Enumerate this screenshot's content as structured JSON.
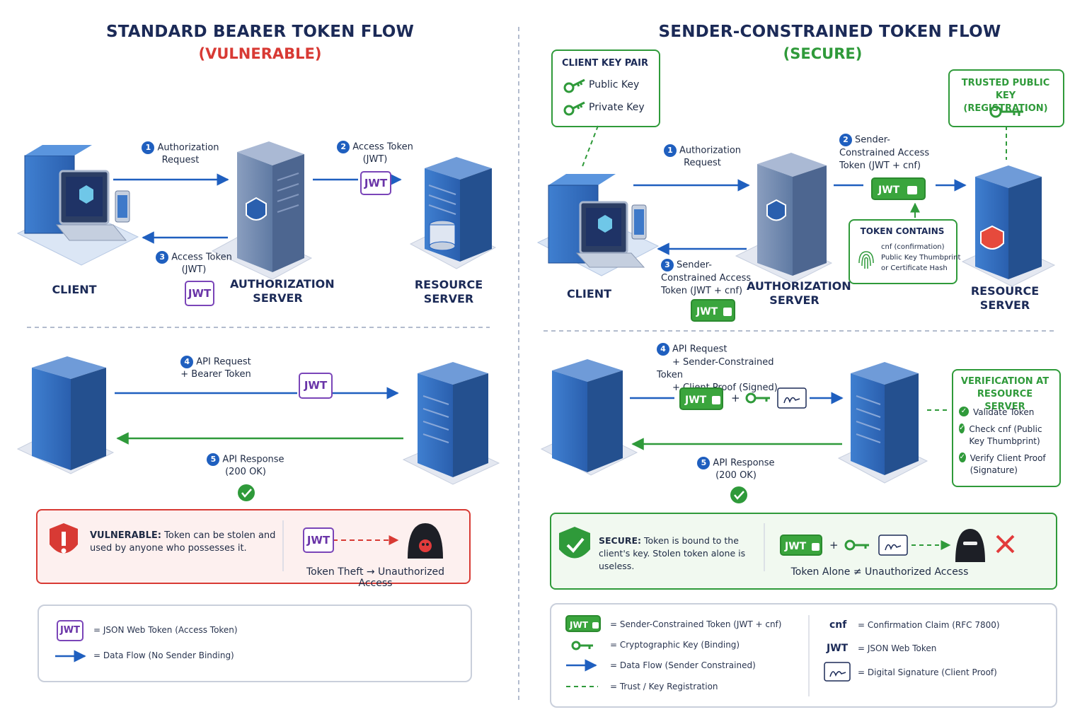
{
  "left": {
    "title": "STANDARD BEARER TOKEN FLOW",
    "subtitle": "(VULNERABLE)",
    "step1": {
      "num": "1",
      "text": "Authorization Request"
    },
    "step2": {
      "num": "2",
      "text": "Access Token",
      "detail": "(JWT)"
    },
    "step3": {
      "num": "3",
      "text": "Access Token",
      "detail": "(JWT)"
    },
    "step4": {
      "num": "4",
      "text": "API Request",
      "detail": "+ Bearer Token"
    },
    "step5": {
      "num": "5",
      "text": "API Response",
      "detail": "(200 OK)"
    },
    "client": "CLIENT",
    "auth_server": "AUTHORIZATION SERVER",
    "resource_server": "RESOURCE SERVER",
    "jwt": "JWT",
    "warning_strong": "VULNERABLE:",
    "warning_text": "Token can be stolen and used by anyone who possesses it.",
    "theft_caption": "Token Theft → Unauthorized Access",
    "legend": [
      {
        "key": "JWT",
        "text": "= JSON Web Token (Access Token)"
      },
      {
        "text": "= Data Flow (No Sender Binding)"
      }
    ]
  },
  "right": {
    "title": "SENDER-CONSTRAINED TOKEN FLOW",
    "subtitle": "(SECURE)",
    "keypair": {
      "header": "CLIENT KEY PAIR",
      "public": "Public Key",
      "private": "Private Key"
    },
    "trusted": {
      "header": "TRUSTED PUBLIC KEY (REGISTRATION)"
    },
    "step1": {
      "num": "1",
      "text": "Authorization Request"
    },
    "step2": {
      "num": "2",
      "text": "Sender-Constrained Access Token (JWT + cnf)"
    },
    "step3": {
      "num": "3",
      "text": "Sender-Constrained Access Token (JWT + cnf)"
    },
    "step4": {
      "num": "4",
      "text": "API Request",
      "detail1": "+ Sender-Constrained Token",
      "detail2": "+ Client Proof (Signed)"
    },
    "step5": {
      "num": "5",
      "text": "API Response",
      "detail": "(200 OK)"
    },
    "token_contains": {
      "header": "TOKEN CONTAINS",
      "line1": "cnf (confirmation)",
      "line2": "Public Key Thumbprint",
      "line3": "or Certificate Hash"
    },
    "client": "CLIENT",
    "auth_server": "AUTHORIZATION SERVER",
    "resource_server": "RESOURCE SERVER",
    "jwt": "JWT",
    "plus": "+",
    "verification": {
      "header": "VERIFICATION AT RESOURCE SERVER",
      "items": [
        "Validate Token",
        "Check cnf (Public Key Thumbprint)",
        "Verify Client Proof (Signature)"
      ]
    },
    "secure_strong": "SECURE:",
    "secure_text": "Token is bound to the client's key. Stolen token alone is useless.",
    "secure_caption": "Token Alone ≠ Unauthorized Access",
    "legend": [
      {
        "text": "= Sender-Constrained Token (JWT + cnf)"
      },
      {
        "text": "= Cryptographic Key (Binding)"
      },
      {
        "text": "= Data Flow (Sender Constrained)"
      },
      {
        "text": "= Trust / Key Registration"
      },
      {
        "key": "cnf",
        "text": "= Confirmation Claim (RFC 7800)"
      },
      {
        "key": "JWT",
        "text": "= JSON Web Token"
      },
      {
        "text": "= Digital Signature (Client Proof)"
      }
    ]
  },
  "colors": {
    "navy": "#1b2a57",
    "blue": "#1f5fbf",
    "green": "#2f9a3a",
    "red": "#d83a34",
    "purple": "#7a45b8"
  }
}
